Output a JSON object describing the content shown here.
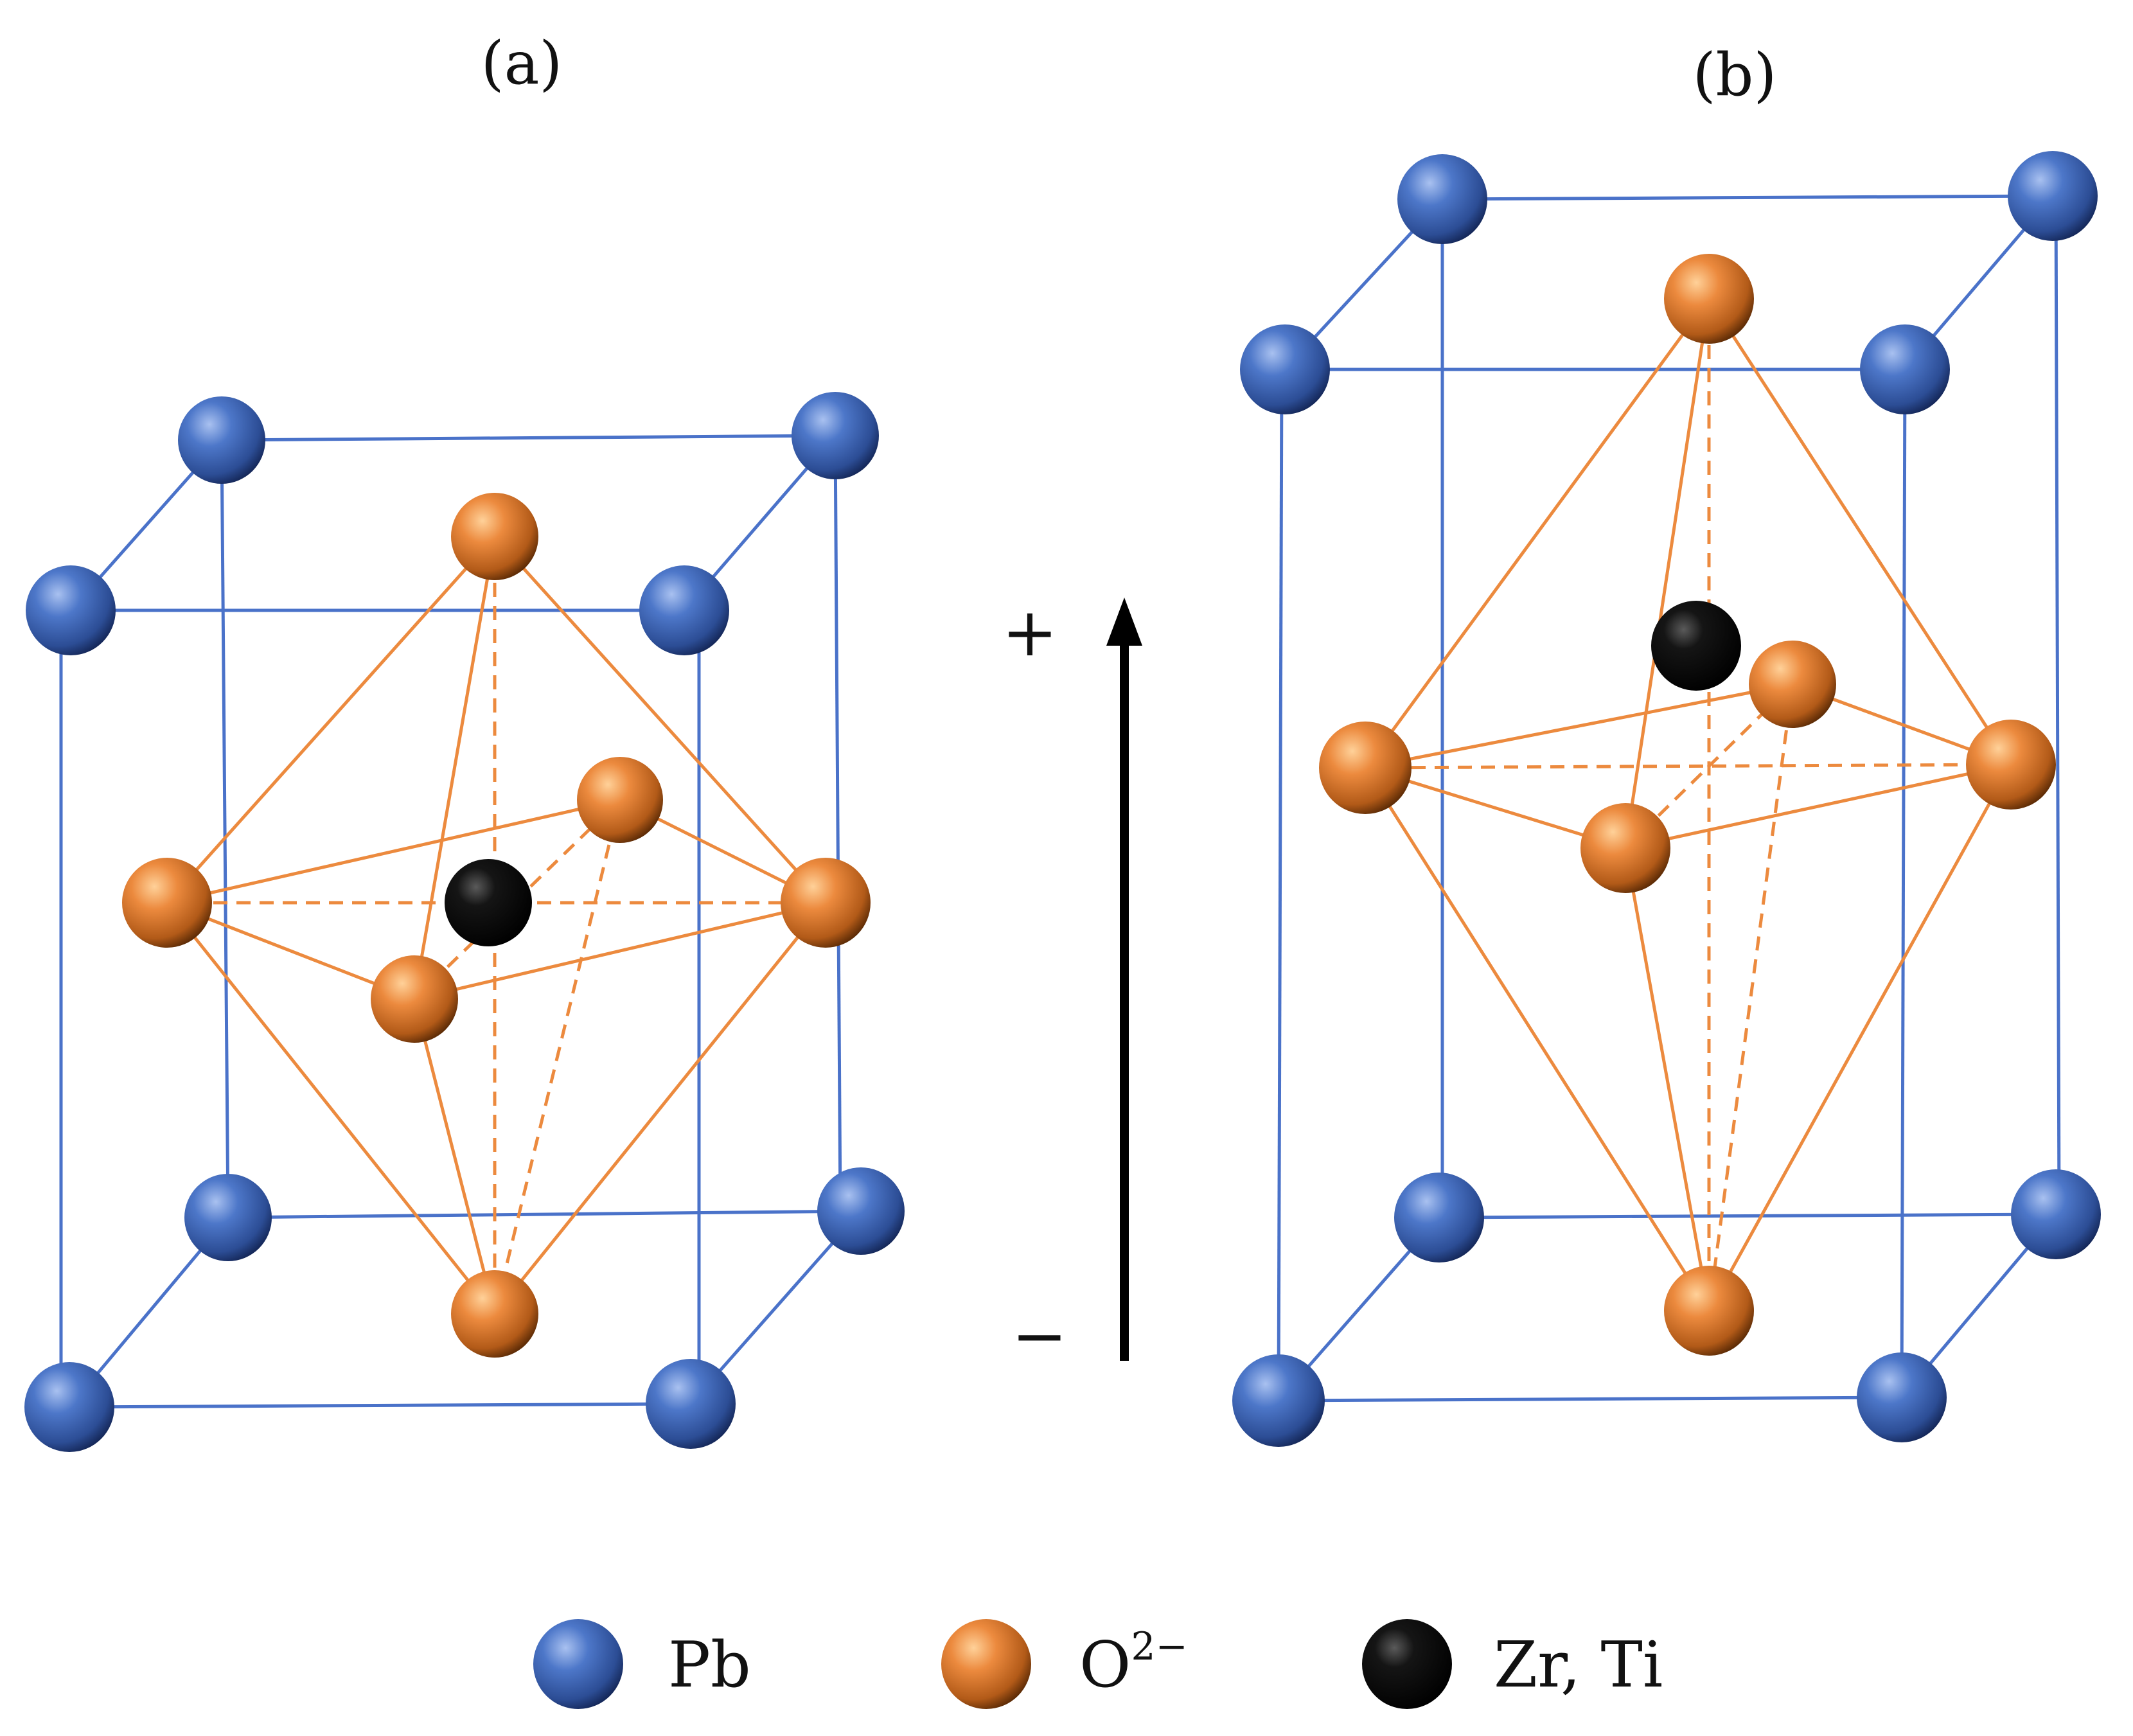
{
  "panels": [
    {
      "id": "a",
      "label": "(a)"
    },
    {
      "id": "b",
      "label": "(b)"
    }
  ],
  "polarization": {
    "plus": "+",
    "minus": "−"
  },
  "legend": [
    {
      "key": "pb",
      "text": "Pb",
      "color": "#3f66b5"
    },
    {
      "key": "o",
      "text": "O",
      "superscript": "2−",
      "color": "#e07d2a"
    },
    {
      "key": "zrti",
      "text": "Zr, Ti",
      "color": "#000000"
    }
  ],
  "colors": {
    "cell_line": "#4a72c9",
    "octahedron_line": "#ec8a3e",
    "arrow": "#000000"
  }
}
